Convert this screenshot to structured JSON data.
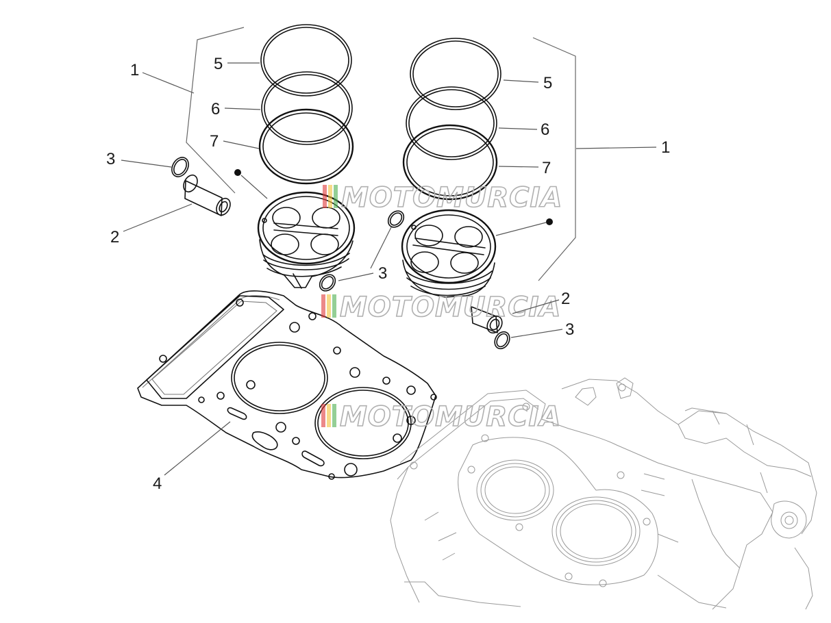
{
  "callouts": [
    {
      "id": "c1a",
      "text": "1"
    },
    {
      "id": "c1b",
      "text": "1"
    },
    {
      "id": "c2a",
      "text": "2"
    },
    {
      "id": "c2b",
      "text": "2"
    },
    {
      "id": "c3a",
      "text": "3"
    },
    {
      "id": "c3b",
      "text": "3"
    },
    {
      "id": "c3c",
      "text": "3"
    },
    {
      "id": "c4",
      "text": "4"
    },
    {
      "id": "c5a",
      "text": "5"
    },
    {
      "id": "c5b",
      "text": "5"
    },
    {
      "id": "c6a",
      "text": "6"
    },
    {
      "id": "c6b",
      "text": "6"
    },
    {
      "id": "c7a",
      "text": "7"
    },
    {
      "id": "c7b",
      "text": "7"
    }
  ],
  "watermark": {
    "text": "MOTOMURCIA",
    "colors": [
      "#e03a3a",
      "#f2c23a",
      "#4caf50"
    ]
  }
}
